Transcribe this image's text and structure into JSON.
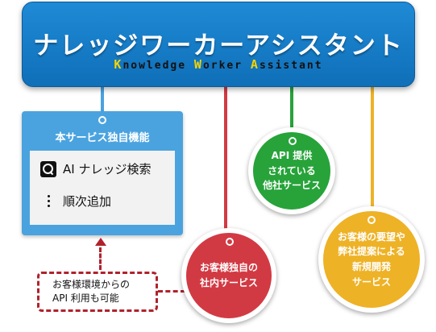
{
  "header": {
    "title": "ナレッジワーカーアシスタント",
    "subtitle_parts": [
      {
        "cap": "K",
        "rest": "nowledge "
      },
      {
        "cap": "W",
        "rest": "orker "
      },
      {
        "cap": "A",
        "rest": "ssistant"
      }
    ]
  },
  "features": {
    "title": "本サービス独自機能",
    "items": [
      {
        "icon": "search-icon",
        "label": "AI ナレッジ検索"
      },
      {
        "icon": "vertical-dots-icon",
        "label": "順次追加"
      }
    ]
  },
  "note": {
    "text": "お客様環境からの\nAPI 利用も可能"
  },
  "services": [
    {
      "text": "お客様独自の\n社内サービス",
      "color": "#d23a43"
    },
    {
      "text": "API 提供\nされている\n他社サービス",
      "color": "#27a33a"
    },
    {
      "text": "お客様の要望や\n弊社提案による\n新規開発\nサービス",
      "color": "#eeb226"
    }
  ],
  "colors": {
    "banner": "#1679c7",
    "panel": "#4aa3df",
    "note_border": "#b0222b"
  }
}
